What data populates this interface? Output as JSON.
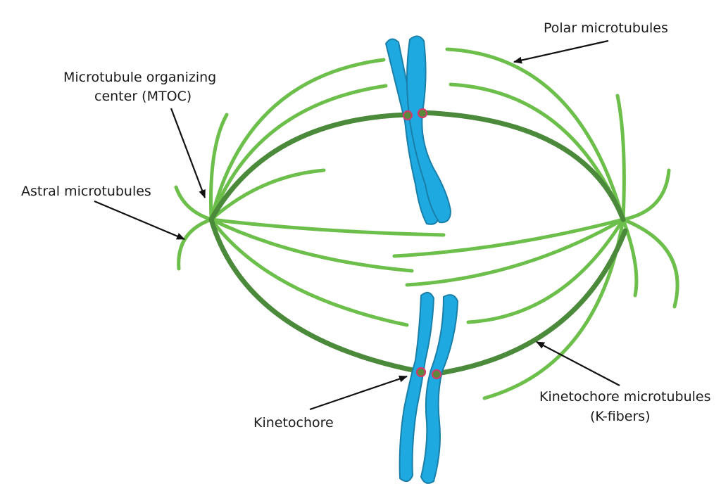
{
  "colors": {
    "polar_microtubule": "#6cbf4a",
    "kinetochore_microtubule": "#4a8a3a",
    "chromosome": "#1ea9e0",
    "kinetochore_ring": "#d23a6a",
    "text": "#1a1a1a"
  },
  "labels": {
    "polar_microtubules": "Polar microtubules",
    "mtoc_line1": "Microtubule organizing",
    "mtoc_line2": "center (MTOC)",
    "astral_microtubules": "Astral microtubules",
    "kinetochore": "Kinetochore",
    "kfibers_line1": "Kinetochore microtubules",
    "kfibers_line2": "(K-fibers)"
  }
}
